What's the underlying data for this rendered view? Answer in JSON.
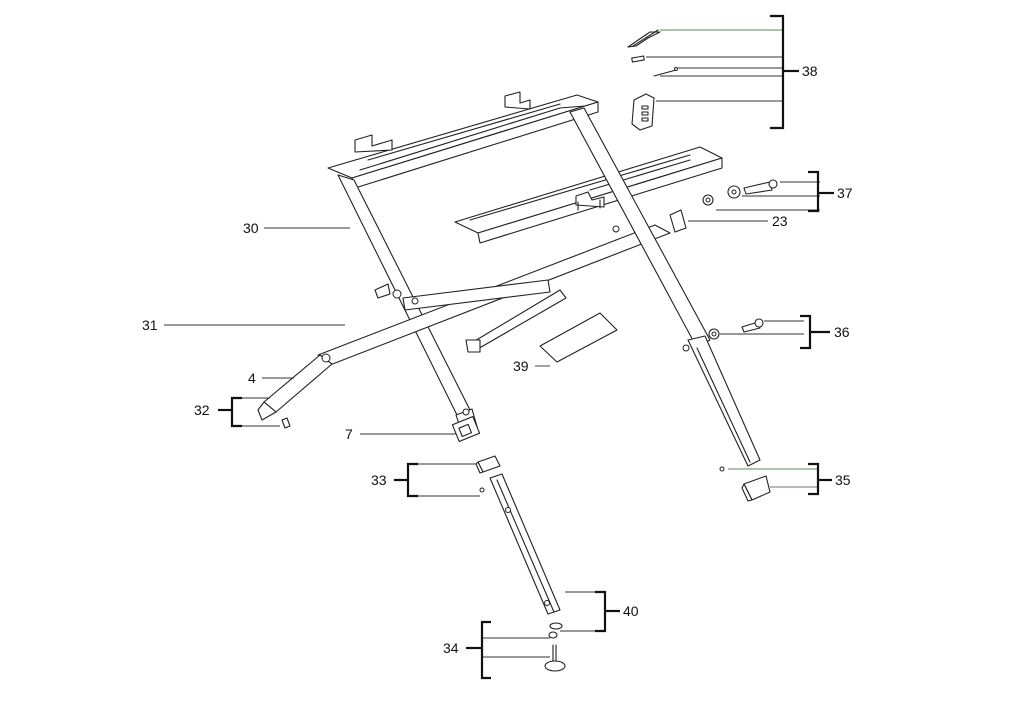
{
  "callouts": {
    "c4": "4",
    "c7": "7",
    "c23": "23",
    "c30": "30",
    "c31": "31",
    "c32": "32",
    "c33": "33",
    "c34": "34",
    "c35": "35",
    "c36": "36",
    "c37": "37",
    "c38": "38",
    "c39": "39",
    "c40": "40"
  }
}
